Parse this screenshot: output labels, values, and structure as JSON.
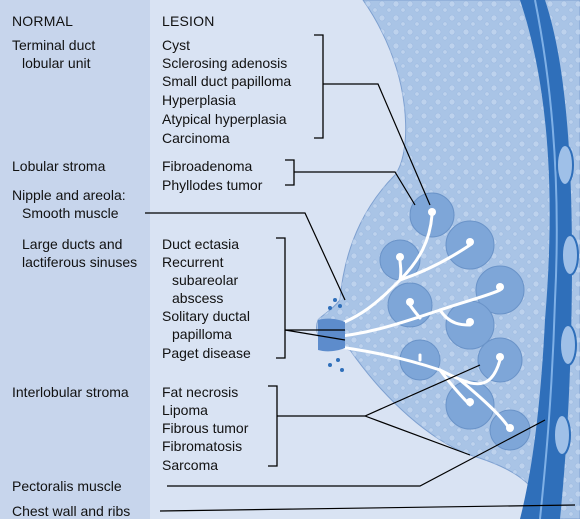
{
  "headers": {
    "normal": "NORMAL",
    "lesion": "LESION"
  },
  "normal": {
    "tdlu_line1": "Terminal duct",
    "tdlu_line2": "lobular unit",
    "lobular_stroma": "Lobular stroma",
    "nipple_line1": "Nipple and areola:",
    "nipple_line2": "Smooth muscle",
    "ducts_line1": "Large ducts and",
    "ducts_line2": "lactiferous sinuses",
    "interlobular_stroma": "Interlobular stroma",
    "pectoralis": "Pectoralis muscle",
    "chest_wall": "Chest wall and ribs"
  },
  "lesion": {
    "tdlu": [
      "Cyst",
      "Sclerosing adenosis",
      "Small duct papilloma",
      "Hyperplasia",
      "Atypical hyperplasia",
      "Carcinoma"
    ],
    "stroma": [
      "Fibroadenoma",
      "Phyllodes tumor"
    ],
    "ducts": [
      "Duct ectasia",
      "Recurrent",
      "subareolar",
      "abscess",
      "Solitary ductal",
      "papilloma",
      "Paget disease"
    ],
    "interlobular": [
      "Fat necrosis",
      "Lipoma",
      "Fibrous tumor",
      "Fibromatosis",
      "Sarcoma"
    ]
  },
  "colors": {
    "normal_panel": "#c7d5ec",
    "lesion_panel": "#d9e3f3",
    "breast_fill": "#a9c4e6",
    "lobule_fill": "#7ea6d8",
    "duct": "#ffffff",
    "muscle": "#2f6fba",
    "line": "#000000"
  }
}
